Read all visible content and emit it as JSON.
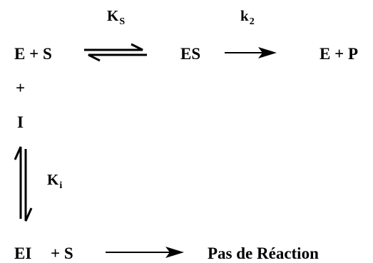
{
  "reaction_scheme": {
    "row1": {
      "reactants": "E + S",
      "complex": "ES",
      "products": "E + P",
      "ks_symbol": "K",
      "ks_sub": "S",
      "k2_symbol": "k",
      "k2_sub": "2"
    },
    "plus_inhibitor": "+",
    "inhibitor": "I",
    "ki_symbol": "K",
    "ki_sub": "i",
    "row2": {
      "complex": "EI",
      "plus_substrate": "+ S",
      "result": "Pas de Réaction"
    }
  }
}
